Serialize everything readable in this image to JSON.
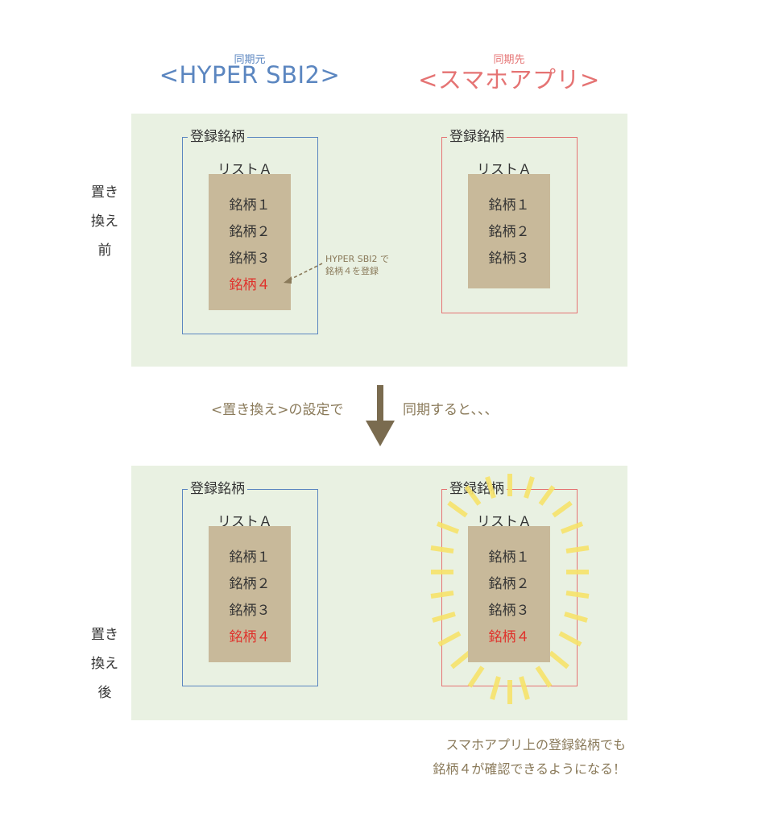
{
  "header": {
    "source_sub": "同期元",
    "source_main": "<HYPER SBI2>",
    "dest_sub": "同期先",
    "dest_main": "<スマホアプリ>"
  },
  "before": {
    "side_label": [
      "置き",
      "換え",
      "前"
    ],
    "left": {
      "frame_title": "登録銘柄",
      "list_title": "リストＡ",
      "items": [
        "銘柄１",
        "銘柄２",
        "銘柄３",
        "銘柄４"
      ]
    },
    "right": {
      "frame_title": "登録銘柄",
      "list_title": "リストＡ",
      "items": [
        "銘柄１",
        "銘柄２",
        "銘柄３"
      ]
    },
    "note": [
      "HYPER SBI2 で",
      "銘柄４を登録"
    ]
  },
  "middle": {
    "left_text": "<置き換え>の設定で",
    "right_text": "同期すると、、、"
  },
  "after": {
    "side_label": [
      "置き",
      "換え",
      "後"
    ],
    "left": {
      "frame_title": "登録銘柄",
      "list_title": "リストＡ",
      "items": [
        "銘柄１",
        "銘柄２",
        "銘柄３",
        "銘柄４"
      ]
    },
    "right": {
      "frame_title": "登録銘柄",
      "list_title": "リストＡ",
      "items": [
        "銘柄１",
        "銘柄２",
        "銘柄３",
        "銘柄４"
      ]
    }
  },
  "footer": [
    "スマホアプリ上の登録銘柄でも",
    "銘柄４が確認できるようになる！"
  ],
  "colors": {
    "source": "#5b86c0",
    "dest": "#e57373",
    "panel": "#e9f1e2",
    "list_box": "#c8b99a",
    "highlight_item": "#e0302a",
    "arrow": "#7a6b4f",
    "glow": "#f7e36b"
  }
}
